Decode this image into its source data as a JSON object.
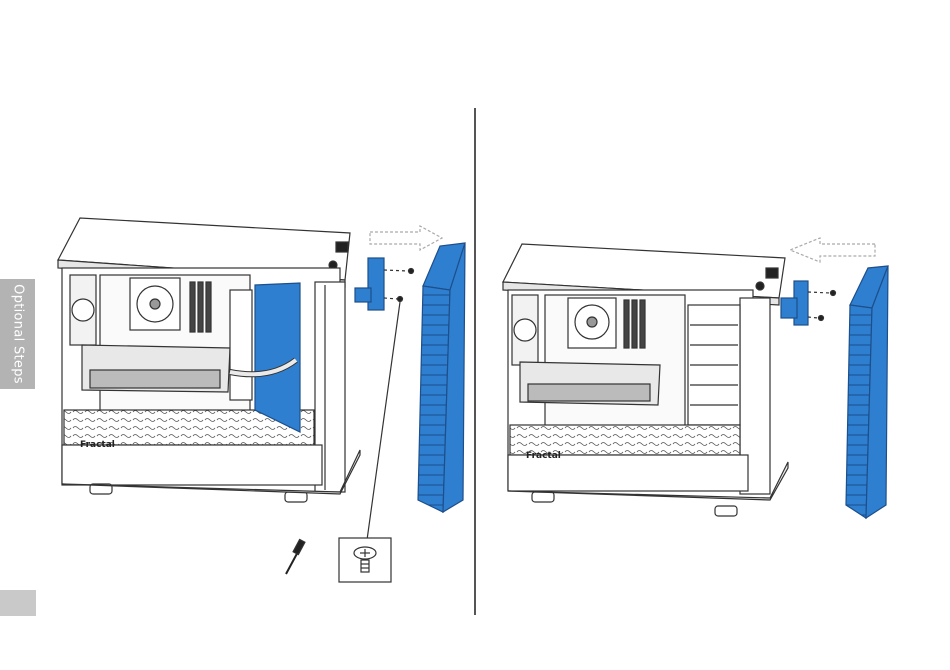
{
  "side_tab": {
    "label": "Optional Steps"
  },
  "brand": {
    "logo_text": "Fractal"
  },
  "colors": {
    "accent_blue": "#2f7fd1",
    "tab_gray": "#b3b3b3",
    "line": "#333333"
  },
  "steps": [
    {
      "name": "step-remove-front-panel",
      "arrow_direction": "right"
    },
    {
      "name": "step-attach-front-panel",
      "arrow_direction": "left"
    }
  ],
  "icons": [
    "screwdriver-icon",
    "screw-detail-icon",
    "bracket-icon",
    "direction-arrow-icon"
  ]
}
